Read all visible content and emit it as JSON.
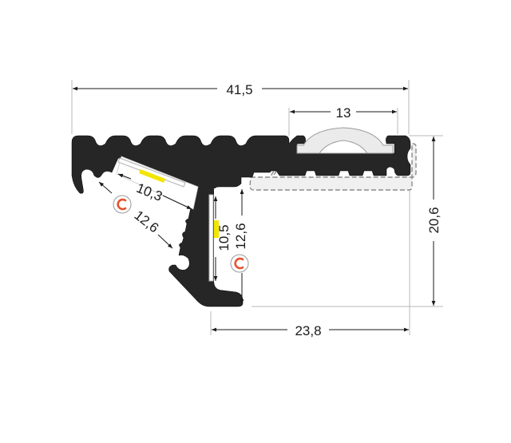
{
  "drawing": {
    "type": "technical cross-section of aluminium LED stair profile",
    "colors": {
      "profile": "#262626",
      "diffuser": "#ebebeb",
      "led_strip": "#f2e600",
      "cover_badge_accent": "#e8502a",
      "dimension_lines": "#1a1a1a",
      "extension_lines": "#b8b8b8"
    },
    "dimensions": {
      "overall_width": "41,5",
      "diffuser_width": "13",
      "height": "20,6",
      "bottom_width": "23,8",
      "angled_strip_width": "10,3",
      "angled_channel_width": "12,6",
      "vertical_strip_width": "10,5",
      "vertical_channel_width": "12,6"
    },
    "badges": {
      "angled_cover": "C",
      "vertical_cover": "C"
    }
  }
}
